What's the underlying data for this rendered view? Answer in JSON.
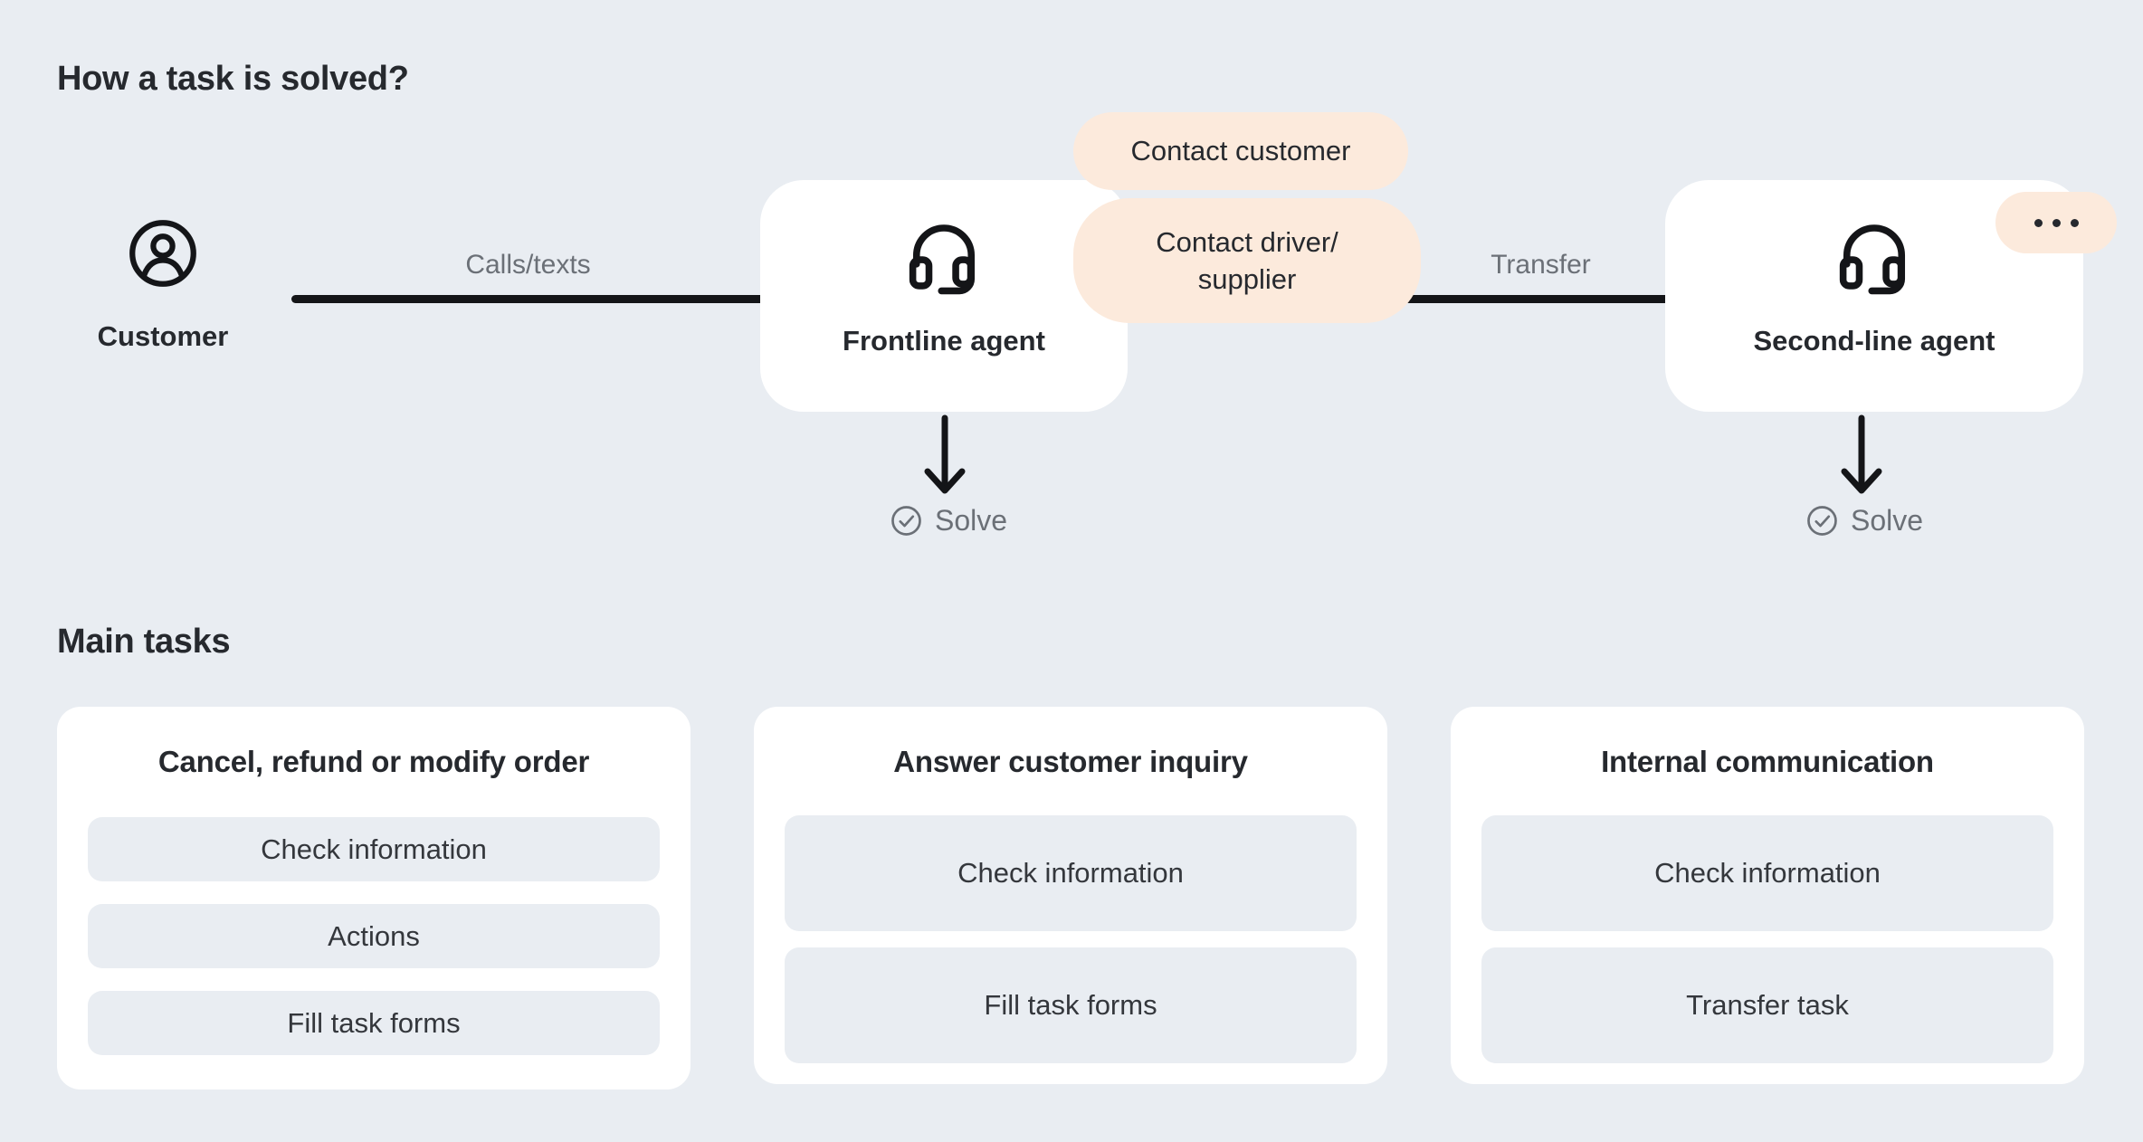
{
  "title": "How a task is solved?",
  "flow": {
    "customer": {
      "label": "Customer",
      "icon": "user-circle-icon"
    },
    "calls_edge": {
      "label": "Calls/texts"
    },
    "frontline_agent": {
      "label": "Frontline agent",
      "icon": "headset-icon"
    },
    "action_badges": {
      "contact_customer": "Contact customer",
      "contact_driver_line1": "Contact driver/",
      "contact_driver_line2": "supplier"
    },
    "transfer_edge": {
      "label": "Transfer"
    },
    "second_line_agent": {
      "label": "Second-line agent",
      "icon": "headset-icon",
      "more_icon": "ellipsis-icon"
    },
    "frontline_solve": {
      "label": "Solve",
      "icon": "check-circle-icon"
    },
    "second_line_solve": {
      "label": "Solve",
      "icon": "check-circle-icon"
    }
  },
  "main_tasks": {
    "title": "Main tasks",
    "cards": [
      {
        "title": "Cancel, refund or modify order",
        "items": [
          "Check information",
          "Actions",
          "Fill task forms"
        ]
      },
      {
        "title": "Answer customer inquiry",
        "items": [
          "Check information",
          "Fill task forms"
        ]
      },
      {
        "title": "Internal communication",
        "items": [
          "Check information",
          "Transfer task"
        ]
      }
    ]
  },
  "colors": {
    "background": "#E9EDF2",
    "card": "#FFFFFF",
    "badge_peach": "#FCEADC",
    "ink": "#141518",
    "text_dark": "#26292E",
    "text_gray": "#6B7077"
  }
}
